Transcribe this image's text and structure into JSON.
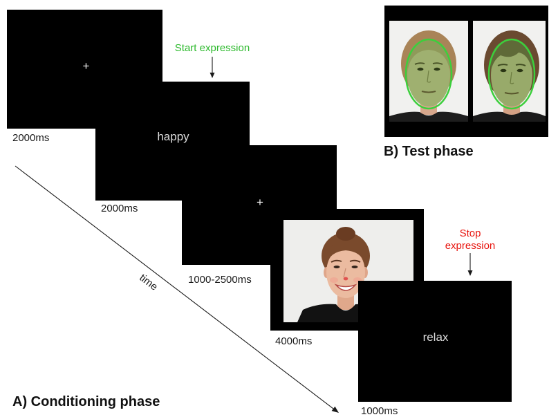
{
  "conditioning": {
    "title": "A) Conditioning phase",
    "time_label": "time",
    "start_annotation": "Start expression",
    "stop_annotation": [
      "Stop",
      "expression"
    ],
    "screens": [
      {
        "stimulus": "+",
        "duration": "2000ms"
      },
      {
        "stimulus": "happy",
        "duration": "2000ms"
      },
      {
        "stimulus": "+",
        "duration": "1000-2500ms"
      },
      {
        "duration": "4000ms"
      },
      {
        "stimulus": "relax",
        "duration": "1000ms"
      }
    ]
  },
  "test": {
    "title": "B) Test phase"
  },
  "colors": {
    "start_annotation": "#2cb92c",
    "stop_annotation": "#e8150f",
    "face_outline": "#3ccf3c"
  }
}
